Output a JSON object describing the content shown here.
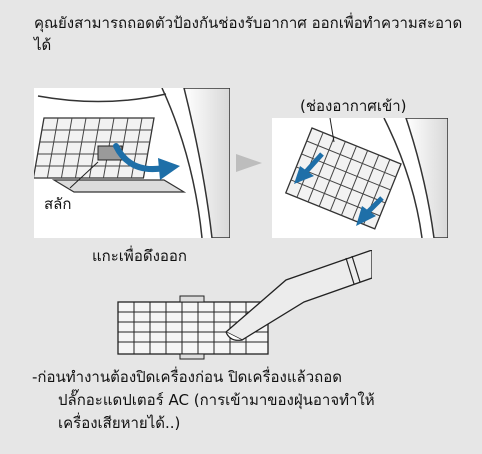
{
  "intro_text": "คุณยังสามารถถอดตัวป้องกันช่องรับอากาศ ออกเพื่อทำความสะอาดได้",
  "figure1": {
    "latch_label": "สลัก",
    "caption": "แกะเพื่อดึงออก"
  },
  "figure2": {
    "label": "(ช่องอากาศเข้า)"
  },
  "note": {
    "line1": "-ก่อนทำงานต้องปิดเครื่องก่อน ปิดเครื่องแล้วถอด",
    "line2": "ปลั๊กอะแดปเตอร์ AC (การเข้ามาของฝุ่นอาจทำให้",
    "line3": "เครื่องเสียหายได้..)"
  },
  "colors": {
    "panel": "#e6e6e6",
    "arrow": "#1e6fa8",
    "next_arrow": "#bdbdbd"
  },
  "icons": {
    "next": "triangle-right-icon",
    "arrow": "blue-arrow-icon"
  }
}
